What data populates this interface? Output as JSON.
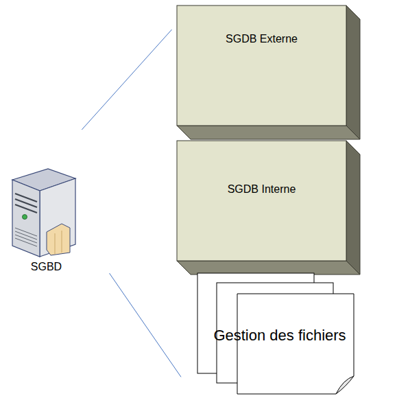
{
  "diagram": {
    "nodes": [
      {
        "text": [
          "SGBD"
        ]
      },
      {
        "text": [
          "SGDB Externe"
        ]
      },
      {
        "text": [
          "SGDB Interne"
        ]
      },
      {
        "text": [
          "Gestion des fichiers"
        ]
      }
    ],
    "edges": [
      {
        "from": 0,
        "to": 1,
        "arrow": "none"
      },
      {
        "from": 0,
        "to": 3,
        "arrow": "none"
      }
    ]
  }
}
